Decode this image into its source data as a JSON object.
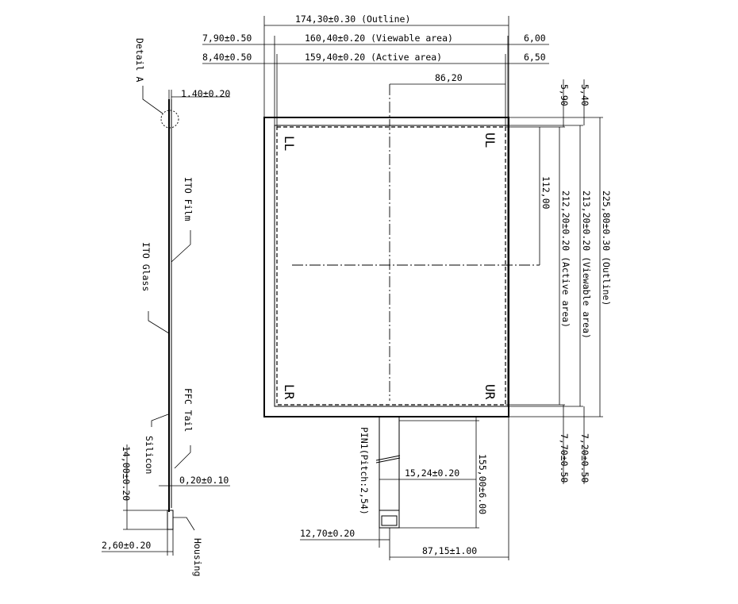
{
  "front": {
    "outline_width": "174,30±0.30 (Outline)",
    "viewable_width": "160,40±0.20 (Viewable area)",
    "active_width": "159,40±0.20 (Active area)",
    "left_viewable_offset": "7,90±0.50",
    "left_active_offset": "8,40±0.50",
    "right_viewable_offset": "6,00",
    "right_active_offset": "6,50",
    "center_x": "86,20",
    "top_viewable_offset": "5,90",
    "top_active_offset": "5,40",
    "center_y": "112,00",
    "active_height": "212,20±0.20 (Active area)",
    "viewable_height": "213,20±0.20 (Viewable area)",
    "outline_height": "225,80±0.30 (Outline)",
    "bottom_active_offset": "7,70±0.50",
    "bottom_viewable_offset": "7,20±0.50",
    "corner_ll": "LL",
    "corner_ul": "UL",
    "corner_lr": "LR",
    "corner_ur": "UR",
    "tail_length": "155,00±6.00",
    "pin1": "PIN1(Pitch:2,54)",
    "tail_width": "15,24±0.20",
    "connector_width": "12,70±0.20",
    "tail_position": "87,15±1.00"
  },
  "side": {
    "detail": "Detail A",
    "top_thickness": "1.40±0.20",
    "ito_film": "ITO Film",
    "ito_glass": "ITO Glass",
    "ffc_tail": "FFC Tail",
    "silicon": "Silicon",
    "tail_thickness": "0,20±0.10",
    "housing_height": "14,00±0.20",
    "housing_width": "2,60±0.20",
    "housing": "Housing"
  }
}
